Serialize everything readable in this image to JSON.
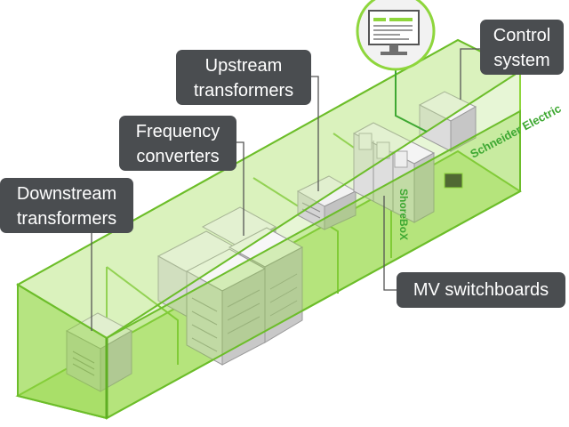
{
  "labels": {
    "control_system": [
      "Control",
      "system"
    ],
    "upstream_transformers": [
      "Upstream",
      "transformers"
    ],
    "frequency_converters": [
      "Frequency",
      "converters"
    ],
    "downstream_transformers": [
      "Downstream",
      "transformers"
    ],
    "mv_switchboards": "MV switchboards"
  },
  "brand": {
    "logo_text": "Schneider Electric",
    "side_text": "ShoreBoX"
  },
  "colors": {
    "container_green": "#8ed63c",
    "container_edge": "#6cbd2a",
    "callout_bg": "#4a4d50",
    "callout_text": "#ffffff",
    "equipment_grey": "#e6e6e6",
    "leader_line": "#555555"
  }
}
